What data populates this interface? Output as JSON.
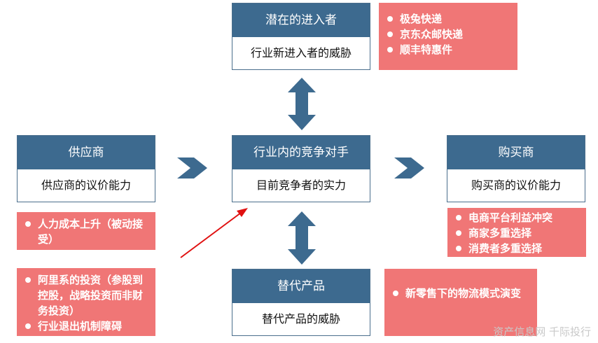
{
  "nodes": {
    "potential_entrants": {
      "title": "潜在的进入者",
      "subtitle": "行业新进入者的威胁"
    },
    "suppliers": {
      "title": "供应商",
      "subtitle": "供应商的议价能力"
    },
    "rivalry": {
      "title": "行业内的竞争对手",
      "subtitle": "目前竞争者的实力"
    },
    "buyers": {
      "title": "购买商",
      "subtitle": "购买商的议价能力"
    },
    "substitutes": {
      "title": "替代产品",
      "subtitle": "替代产品的威胁"
    }
  },
  "notes": {
    "entrants": [
      "极兔快递",
      "京东众邮快递",
      "顺丰特惠件"
    ],
    "suppliers_1": [
      "人力成本上升（被动接受）"
    ],
    "suppliers_2": [
      "阿里系的投资（参股到控股，战略投资而非财务投资）",
      "行业退出机制障碍"
    ],
    "buyers": [
      "电商平台利益冲突",
      "商家多重选择",
      "消费者多重选择"
    ],
    "substitutes": [
      "新零售下的物流模式演变"
    ]
  },
  "watermark": "资产信息网 千际投行",
  "colors": {
    "header": "#3d6a8f",
    "arrow": "#3d6a8f",
    "note": "#f07676",
    "red_arrow": "#e01010"
  }
}
